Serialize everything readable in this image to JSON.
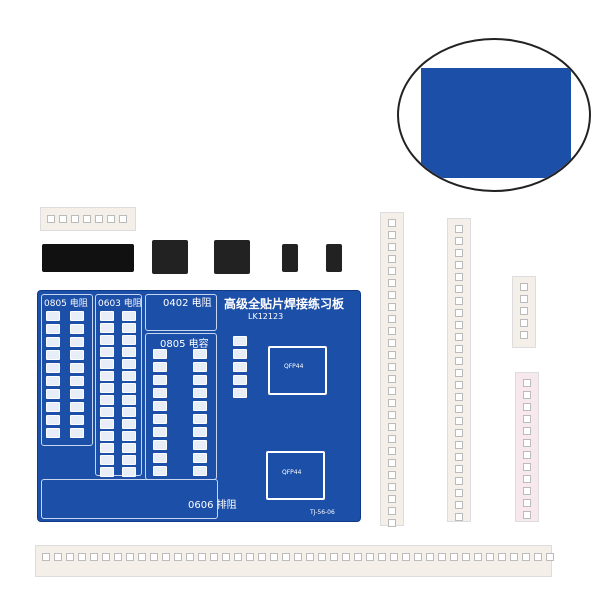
{
  "board": {
    "title": "高级全贴片焊接练习板",
    "model": "LK12123",
    "sections": [
      "0805 电阻",
      "0603 电阻",
      "0402 电阻",
      "0805 电容",
      "0606 排阻"
    ],
    "ic_labels": [
      "QFP44",
      "QFP44"
    ],
    "footer_code": "TJ-56-06"
  },
  "colors": {
    "pcb": "#1c4fa8",
    "silkscreen": "#ffffff",
    "component_tape": "#f4efe9"
  }
}
